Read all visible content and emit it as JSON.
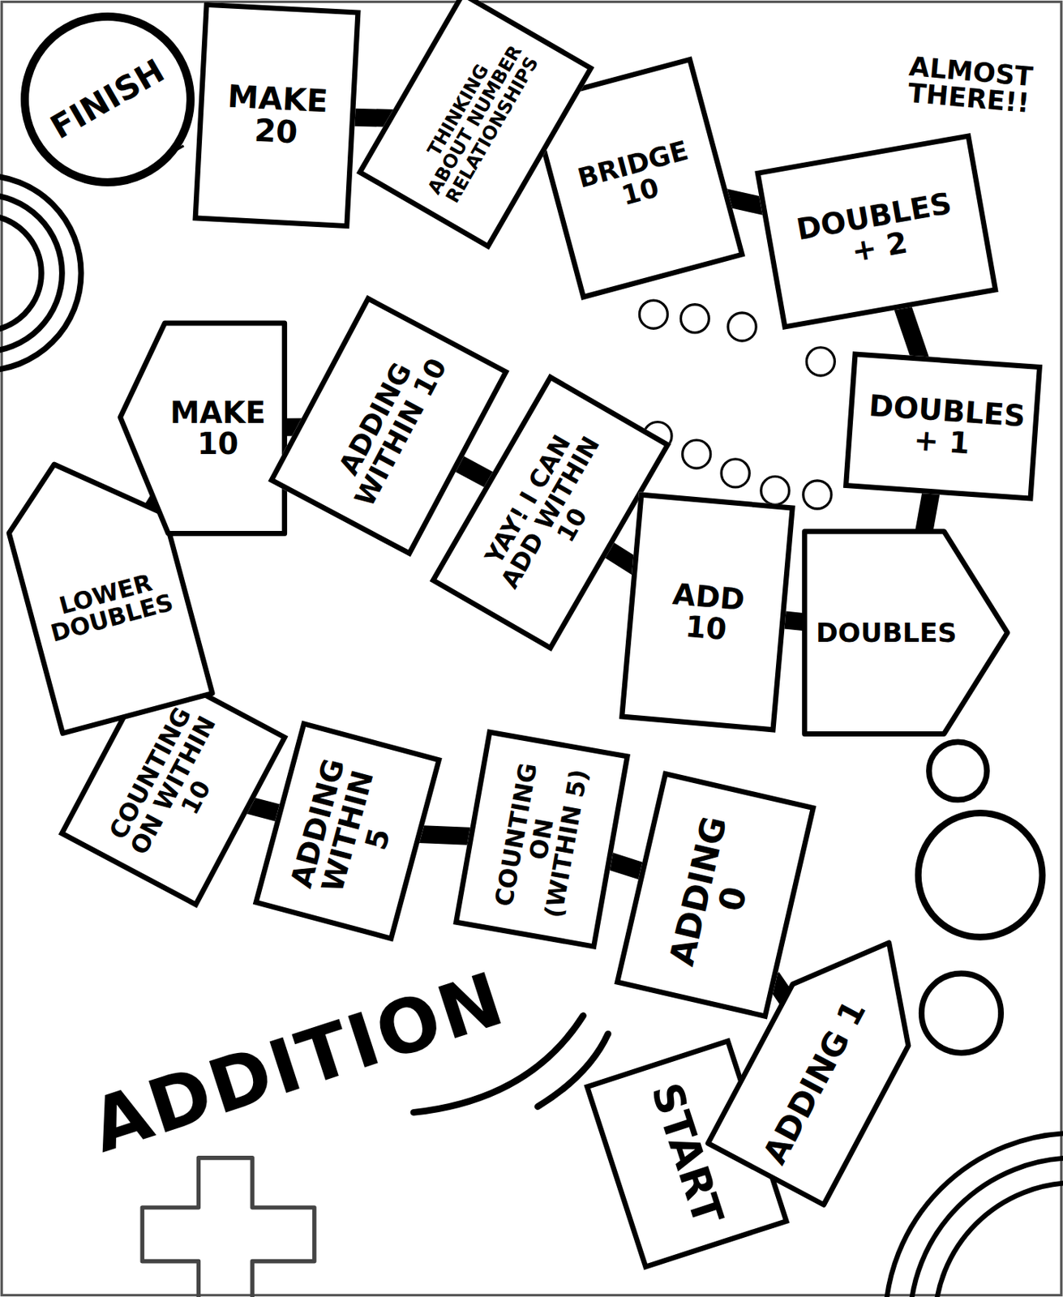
{
  "diagram": {
    "title": "ADDITION",
    "nodes": [
      {
        "text": [
          "START"
        ]
      },
      {
        "text": [
          "ADDING 1"
        ]
      },
      {
        "text": [
          "ADDING 0"
        ]
      },
      {
        "text": [
          "COUNTING ON (WITHIN 5)"
        ]
      },
      {
        "text": [
          "ADDING WITHIN 5"
        ]
      },
      {
        "text": [
          "COUNTING ON WITHIN 10"
        ]
      },
      {
        "text": [
          "LOWER DOUBLES"
        ]
      },
      {
        "text": [
          "MAKE 10"
        ]
      },
      {
        "text": [
          "ADDING WITHIN 10"
        ]
      },
      {
        "text": [
          "YAY! I CAN ADD WITHIN 10"
        ]
      },
      {
        "text": [
          "ADD 10"
        ]
      },
      {
        "text": [
          "DOUBLES"
        ]
      },
      {
        "text": [
          "DOUBLES + 1"
        ]
      },
      {
        "text": [
          "DOUBLES + 2"
        ]
      },
      {
        "text": [
          "BRIDGE 10"
        ]
      },
      {
        "text": [
          "THINKING ABOUT NUMBER RELATIONSHIPS"
        ]
      },
      {
        "text": [
          "MAKE 20"
        ]
      },
      {
        "text": [
          "FINISH"
        ]
      }
    ],
    "edges": [
      {
        "from": 0,
        "to": 1,
        "arrow": "none"
      },
      {
        "from": 1,
        "to": 2,
        "arrow": "none"
      },
      {
        "from": 2,
        "to": 3,
        "arrow": "none"
      },
      {
        "from": 3,
        "to": 4,
        "arrow": "none"
      },
      {
        "from": 4,
        "to": 5,
        "arrow": "none"
      },
      {
        "from": 5,
        "to": 6,
        "arrow": "none"
      },
      {
        "from": 6,
        "to": 7,
        "arrow": "none"
      },
      {
        "from": 7,
        "to": 8,
        "arrow": "none"
      },
      {
        "from": 8,
        "to": 9,
        "arrow": "none"
      },
      {
        "from": 9,
        "to": 10,
        "arrow": "none"
      },
      {
        "from": 10,
        "to": 11,
        "arrow": "none"
      },
      {
        "from": 11,
        "to": 12,
        "arrow": "none"
      },
      {
        "from": 12,
        "to": 13,
        "arrow": "none"
      },
      {
        "from": 13,
        "to": 14,
        "arrow": "none"
      },
      {
        "from": 14,
        "to": 15,
        "arrow": "none"
      },
      {
        "from": 15,
        "to": 16,
        "arrow": "none"
      }
    ],
    "labels": [
      "ALMOST THERE!!"
    ]
  }
}
